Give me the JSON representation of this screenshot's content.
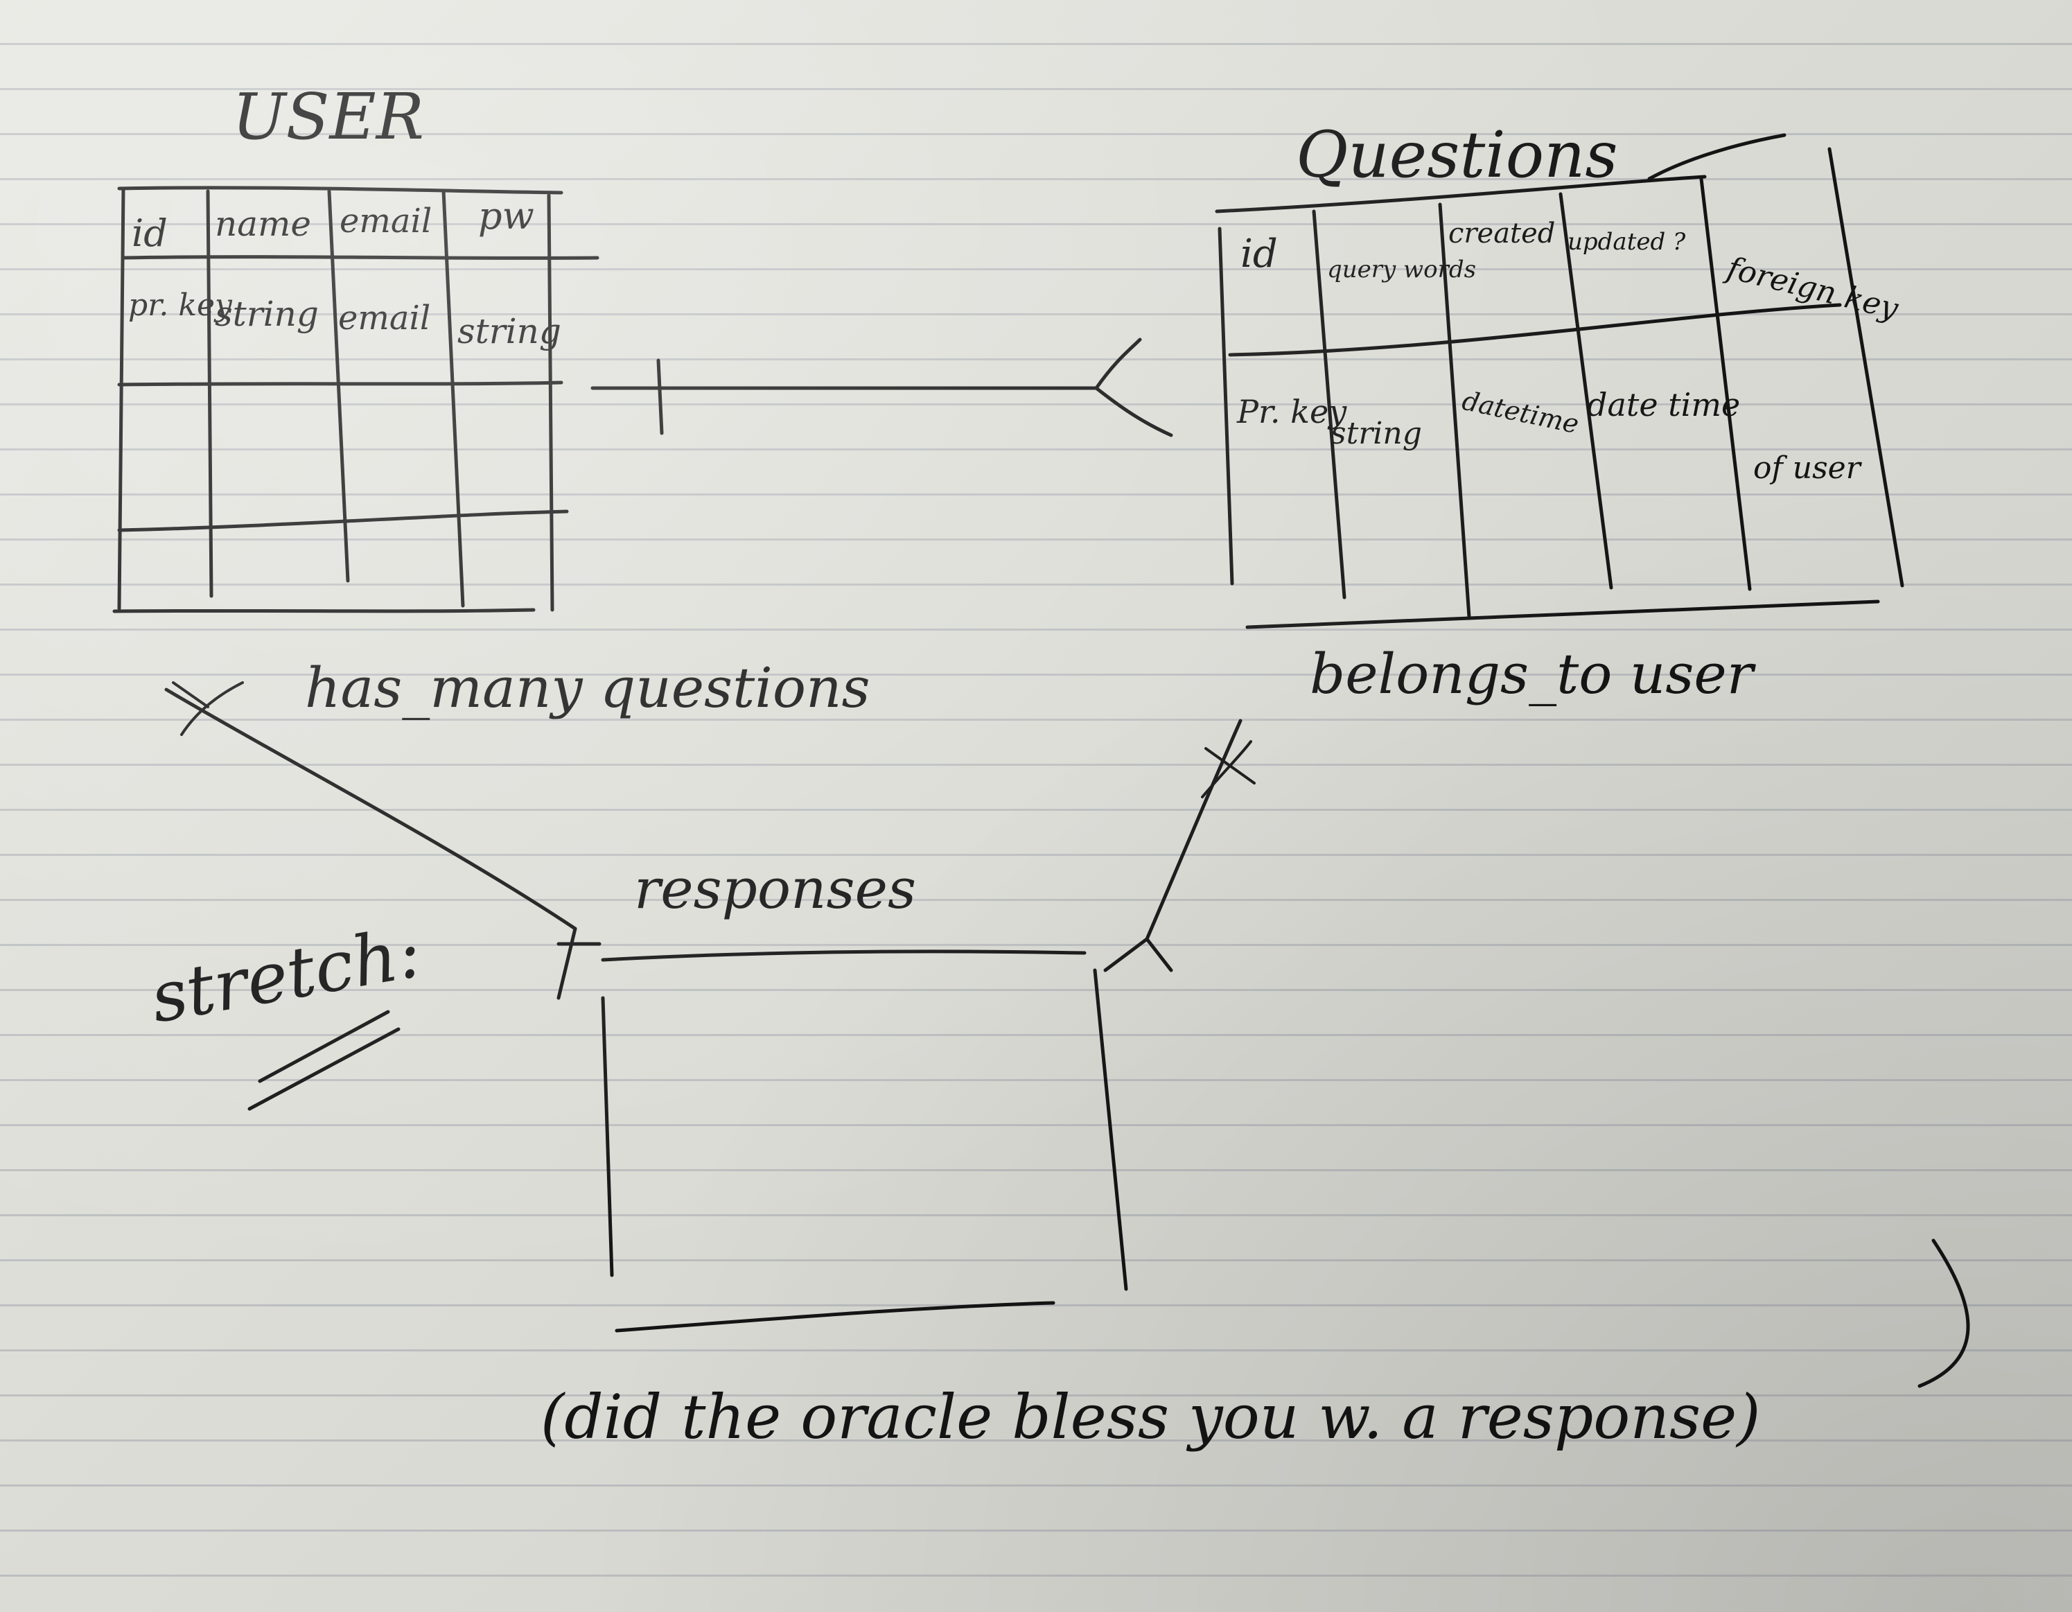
{
  "user_table": {
    "title": "USER",
    "columns": [
      "id",
      "name",
      "email",
      "pw"
    ],
    "types": [
      "pr. key",
      "string",
      "email",
      "string"
    ]
  },
  "questions_table": {
    "title": "Questions",
    "columns": [
      "id",
      "query words",
      "created",
      "updated ?",
      "foreign key"
    ],
    "types": [
      "Pr. key",
      "string",
      "datetime",
      "date time",
      "of user"
    ]
  },
  "relations": {
    "user_rel": "has_many questions",
    "question_rel": "belongs_to user"
  },
  "responses": {
    "title": "responses",
    "stretch": "stretch:",
    "note": "(did the oracle bless you w. a response)"
  }
}
